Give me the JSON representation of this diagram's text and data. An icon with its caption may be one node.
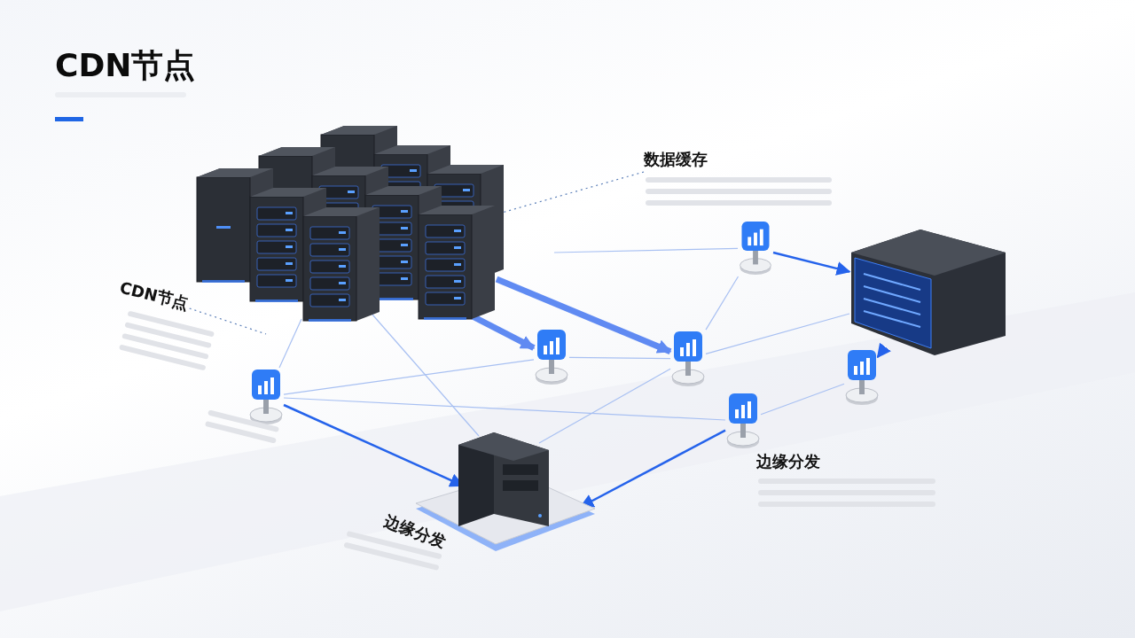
{
  "diagram": {
    "title": "CDN节点",
    "nodes": [
      {
        "text": [],
        "shape": "picture"
      },
      {
        "text": [],
        "shape": "picture"
      },
      {
        "text": [],
        "shape": "picture"
      },
      {
        "text": [],
        "shape": "picture"
      },
      {
        "text": [],
        "shape": "picture"
      },
      {
        "text": [],
        "shape": "picture"
      },
      {
        "text": [],
        "shape": "picture"
      },
      {
        "text": [],
        "shape": "picture"
      },
      {
        "text": [],
        "shape": "picture"
      },
      {
        "text": [
          "CDN节点"
        ]
      },
      {
        "text": [
          "数据缓存"
        ]
      }
    ],
    "edges": [
      {
        "from": 0,
        "to": 4,
        "arrow": "to",
        "style": "thick",
        "color": "#3a6ff0"
      },
      {
        "from": 0,
        "to": 5,
        "arrow": "to",
        "style": "thick",
        "color": "#3a6ff0"
      },
      {
        "from": 0,
        "to": 3,
        "arrow": "none"
      },
      {
        "from": 0,
        "to": 1,
        "arrow": "none"
      },
      {
        "from": 0,
        "to": 6,
        "arrow": "none"
      },
      {
        "from": 3,
        "to": 1,
        "arrow": "to",
        "color": "#2563eb"
      },
      {
        "from": 6,
        "to": 2,
        "arrow": "to",
        "color": "#2563eb"
      },
      {
        "from": 7,
        "to": 1,
        "arrow": "to",
        "color": "#2563eb"
      },
      {
        "from": 8,
        "to": 2,
        "arrow": "to",
        "color": "#2563eb"
      },
      {
        "from": 3,
        "to": 4,
        "arrow": "none"
      },
      {
        "from": 3,
        "to": 7,
        "arrow": "none"
      },
      {
        "from": 4,
        "to": 5,
        "arrow": "none"
      },
      {
        "from": 5,
        "to": 2,
        "arrow": "none"
      },
      {
        "from": 6,
        "to": 5,
        "arrow": "none"
      },
      {
        "from": 7,
        "to": 8,
        "arrow": "none"
      },
      {
        "from": 1,
        "to": 5,
        "arrow": "none"
      },
      {
        "from": 9,
        "to": 0,
        "arrow": "none",
        "style": "dashed",
        "color": "#5b7fb8"
      },
      {
        "from": 10,
        "to": 0,
        "arrow": "none",
        "style": "dashed",
        "color": "#5b7fb8"
      }
    ],
    "labels": [
      "边缘分发",
      "边缘分发"
    ]
  }
}
